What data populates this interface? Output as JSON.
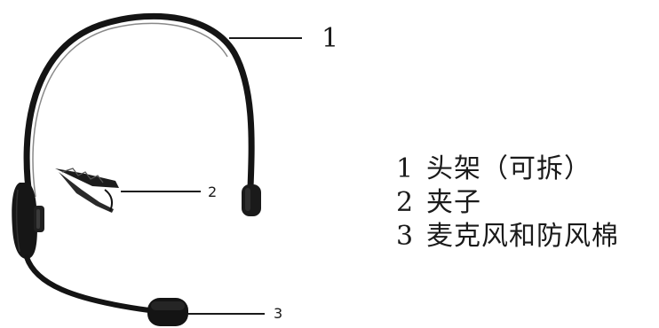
{
  "callouts": [
    {
      "number": "1"
    },
    {
      "number": "2"
    },
    {
      "number": "3"
    }
  ],
  "legend": {
    "items": [
      {
        "number": "1",
        "text": "头架（可拆）"
      },
      {
        "number": "2",
        "text": "夹子"
      },
      {
        "number": "3",
        "text": "麦克风和防风棉"
      }
    ]
  },
  "colors": {
    "background": "#ffffff",
    "text": "#1a1a1a",
    "device": "#151515"
  }
}
